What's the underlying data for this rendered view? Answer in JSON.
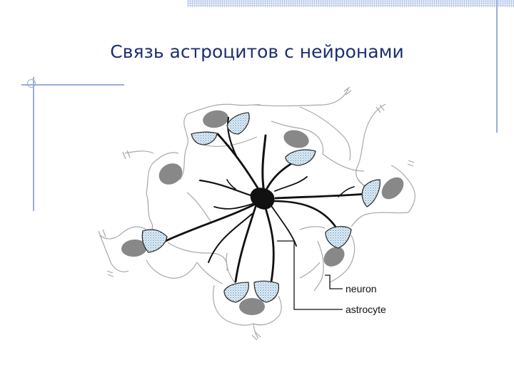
{
  "slide": {
    "title": "Связь астроцитов с нейронами"
  },
  "diagram": {
    "labels": {
      "neuron": "neuron",
      "astrocyte": "astrocyte"
    }
  },
  "colors": {
    "title": "#1b2f73",
    "rule": "#9aaed6",
    "astrocyte": "#111111",
    "neuron_body": "#888888",
    "endfoot": "#dff0f7"
  }
}
